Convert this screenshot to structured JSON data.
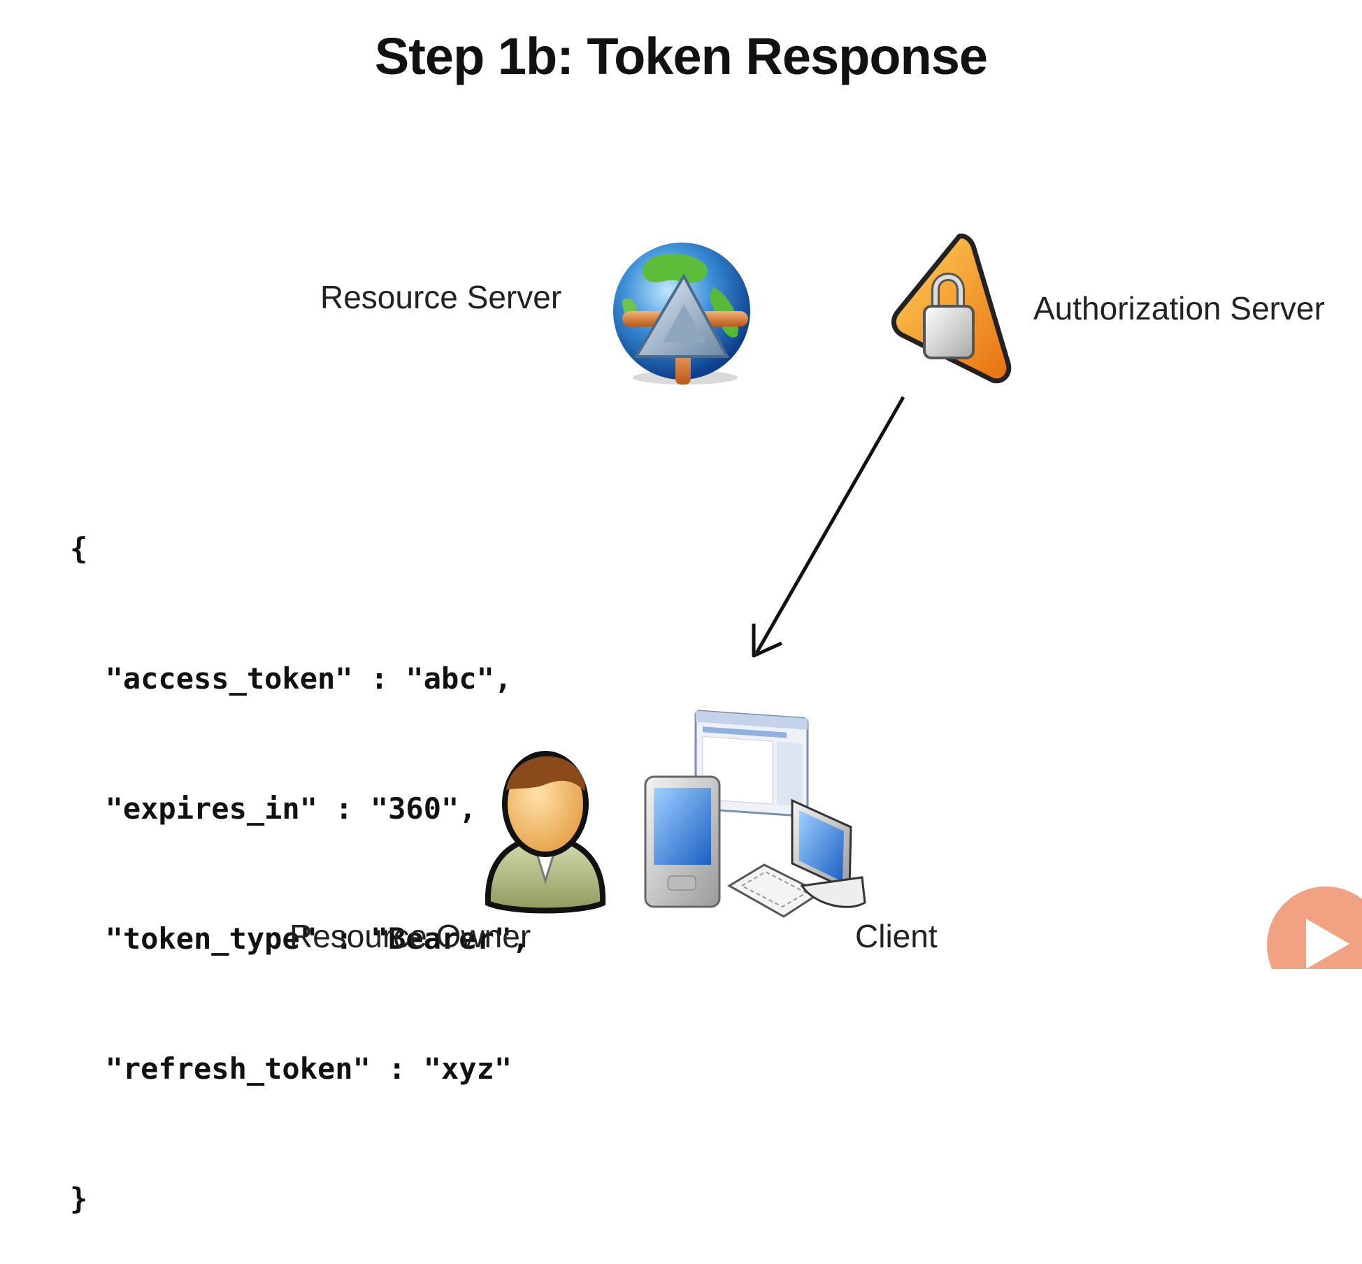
{
  "title": "Step 1b: Token Response",
  "nodes": {
    "resource_server": "Resource Server",
    "authorization_server": "Authorization Server",
    "resource_owner": "Resource Owner",
    "client": "Client"
  },
  "token_response": {
    "lines": [
      "{",
      "  \"access_token\" : \"abc\",",
      "  \"expires_in\" : \"360\",",
      "  \"token_type\" : \"Bearer\",",
      "  \"refresh_token\" : \"xyz\"",
      "}"
    ]
  },
  "icons": {
    "resource_server": "globe-icon",
    "authorization_server": "lock-warning-icon",
    "resource_owner": "user-icon",
    "client": "devices-icon",
    "play": "play-icon"
  },
  "colors": {
    "accent_play": "#f0a283",
    "lock_orange": "#f39a1e"
  }
}
